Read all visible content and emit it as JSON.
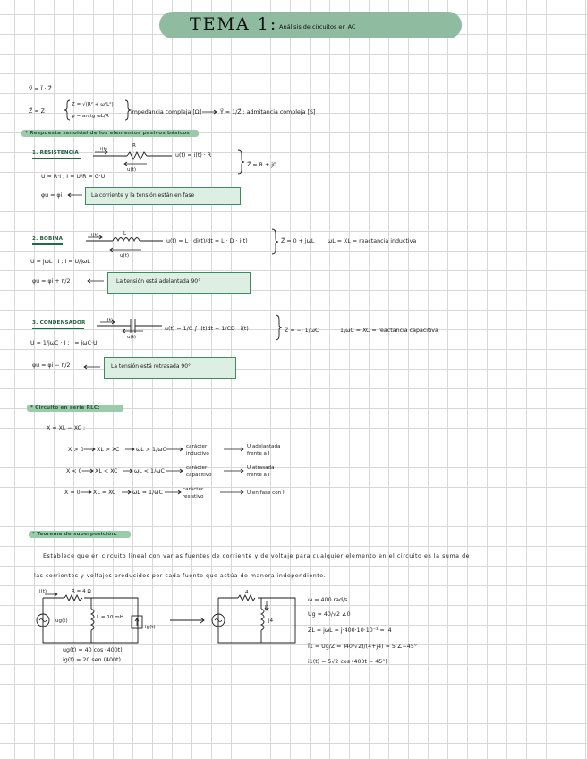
{
  "title": {
    "main": "TEMA 1:",
    "sub": "Análisis de circuitos en AC"
  },
  "intro": {
    "line1": "V⃗ = I⃗ · Z⃗",
    "line2_left": "Z⃗ = Z",
    "line2_cases_a": "Z = √(R² + ω²L²)",
    "line2_cases_b": "φ = arctg ωL/R",
    "line2_right1": "impedancia compleja [Ω]",
    "line2_right2": "Y⃗ = 1/Z⃗ : admitancia compleja [S]"
  },
  "section_passive": "* Respuesta senoidal de los elementos pasivos básicos",
  "resistencia": {
    "label": "1. RESISTENCIA",
    "i_label": "i(t)",
    "r_label": "R",
    "u_label": "u(t)",
    "eq": "u(t) = i(t) · R",
    "eq2": "U = R·I ;  I = U/R = G·U",
    "phase": "φu = φi",
    "z": "Z⃗ = R + j0",
    "box": "La corriente y la tensión están en fase"
  },
  "bobina": {
    "label": "2. BOBINA",
    "i_label": "i(t)",
    "l_label": "L",
    "u_label": "u(t)",
    "eq": "u(t) = L · di(t)/dt = L · D · i(t)",
    "eq2": "U = jωL · I ;  I = U/jωL",
    "phase": "φu = φi + π/2",
    "z": "Z⃗ = 0 + jωL",
    "xl": "ωL = XL = reactancia inductiva",
    "box": "La tensión está adelantada 90°"
  },
  "condensador": {
    "label": "3. CONDENSADOR",
    "i_label": "i(t)",
    "u_label": "u(t)",
    "eq": "u(t) = 1/C ∫ i(t)dt = 1/CD · i(t)",
    "eq2": "U = 1/jωC · I ;  I = jωC·U",
    "phase": "φu = φi − π/2",
    "z": "Z⃗ = −j 1/ωC",
    "xc": "1/ωC = XC = reactancia capacitiva",
    "box": "La tensión está retrasada 90°"
  },
  "serie": {
    "label": "* Circuito en serie  RLC:",
    "x": "X = XL − XC :",
    "rows": [
      {
        "cond": "X > 0",
        "ineq": "XL > XC",
        "w": "ωL > 1/ωC",
        "type_a": "carácter",
        "type_b": "inductivo",
        "result_a": "U adelantada",
        "result_b": "frente a I"
      },
      {
        "cond": "X < 0",
        "ineq": "XL < XC",
        "w": "ωL < 1/ωC",
        "type_a": "carácter",
        "type_b": "capacitivo",
        "result_a": "U atrasada",
        "result_b": "frente a I"
      },
      {
        "cond": "X = 0",
        "ineq": "XL = XC",
        "w": "ωL = 1/ωC",
        "type_a": "carácter",
        "type_b": "resistivo",
        "result_a": "U en fase con I",
        "result_b": ""
      }
    ]
  },
  "superposicion": {
    "label": "* Teorema de superposición:",
    "text1": "Establece que en circuito lineal con varias fuentes de corriente y de voltaje para cualquier elemento en el circuito es la suma de",
    "text2": "las corrientes y voltajes producidos por cada fuente que actúa de manera independiente.",
    "c1_i": "i(t)",
    "c1_r": "R = 4 Ω",
    "c1_ug": "ug(t)",
    "c1_l": "L = 10 mH",
    "c1_ig": "ig(t)",
    "c1_eq1": "ug(t) = 40 cos (400t)",
    "c1_eq2": "ig(t) = 20 sen (400t)",
    "c2_r": "4",
    "c2_i": "I1",
    "c2_jl": "j4",
    "c2_w": "ω = 400 rad/s",
    "c2_ug": "Ug = 40/√2 ∠0",
    "c2_zl": "Z⃗L = jωL = j·400·10·10⁻³ = j4",
    "c2_i1": "I⃗1 = Ug/Z = (40/√2)/(4+j4) = 5 ∠−45°",
    "c2_res": "i1(t) = 5√2 cos (400t − 45°)"
  }
}
